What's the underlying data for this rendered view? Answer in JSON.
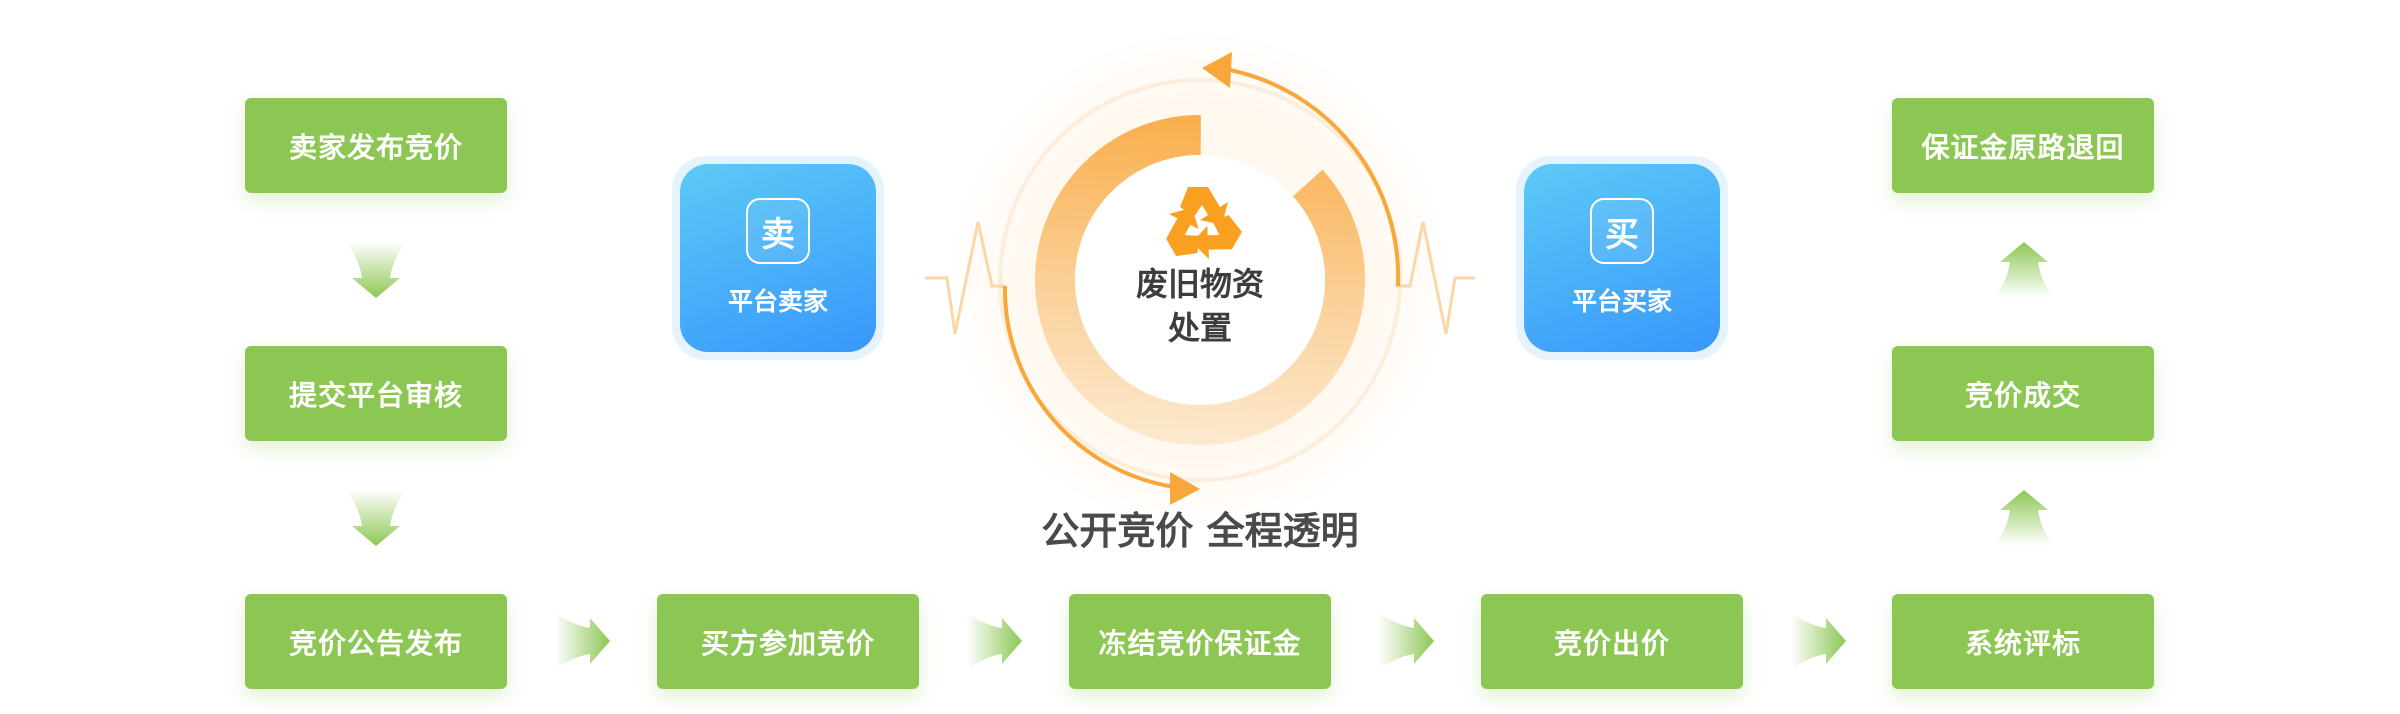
{
  "center": {
    "title_line1": "废旧物资",
    "title_line2": "处置",
    "icon": "recycle-icon",
    "slogan": "公开竞价 全程透明"
  },
  "seller_card": {
    "badge": "卖",
    "label": "平台卖家"
  },
  "buyer_card": {
    "badge": "买",
    "label": "平台买家"
  },
  "steps": [
    "卖家发布竞价",
    "提交平台审核",
    "竞价公告发布",
    "买方参加竞价",
    "冻结竞价保证金",
    "竞价出价",
    "系统评标",
    "竞价成交",
    "保证金原路退回"
  ],
  "colors": {
    "step": "#8cc653",
    "accent": "#f9a63a",
    "card": "#3a9afc"
  }
}
